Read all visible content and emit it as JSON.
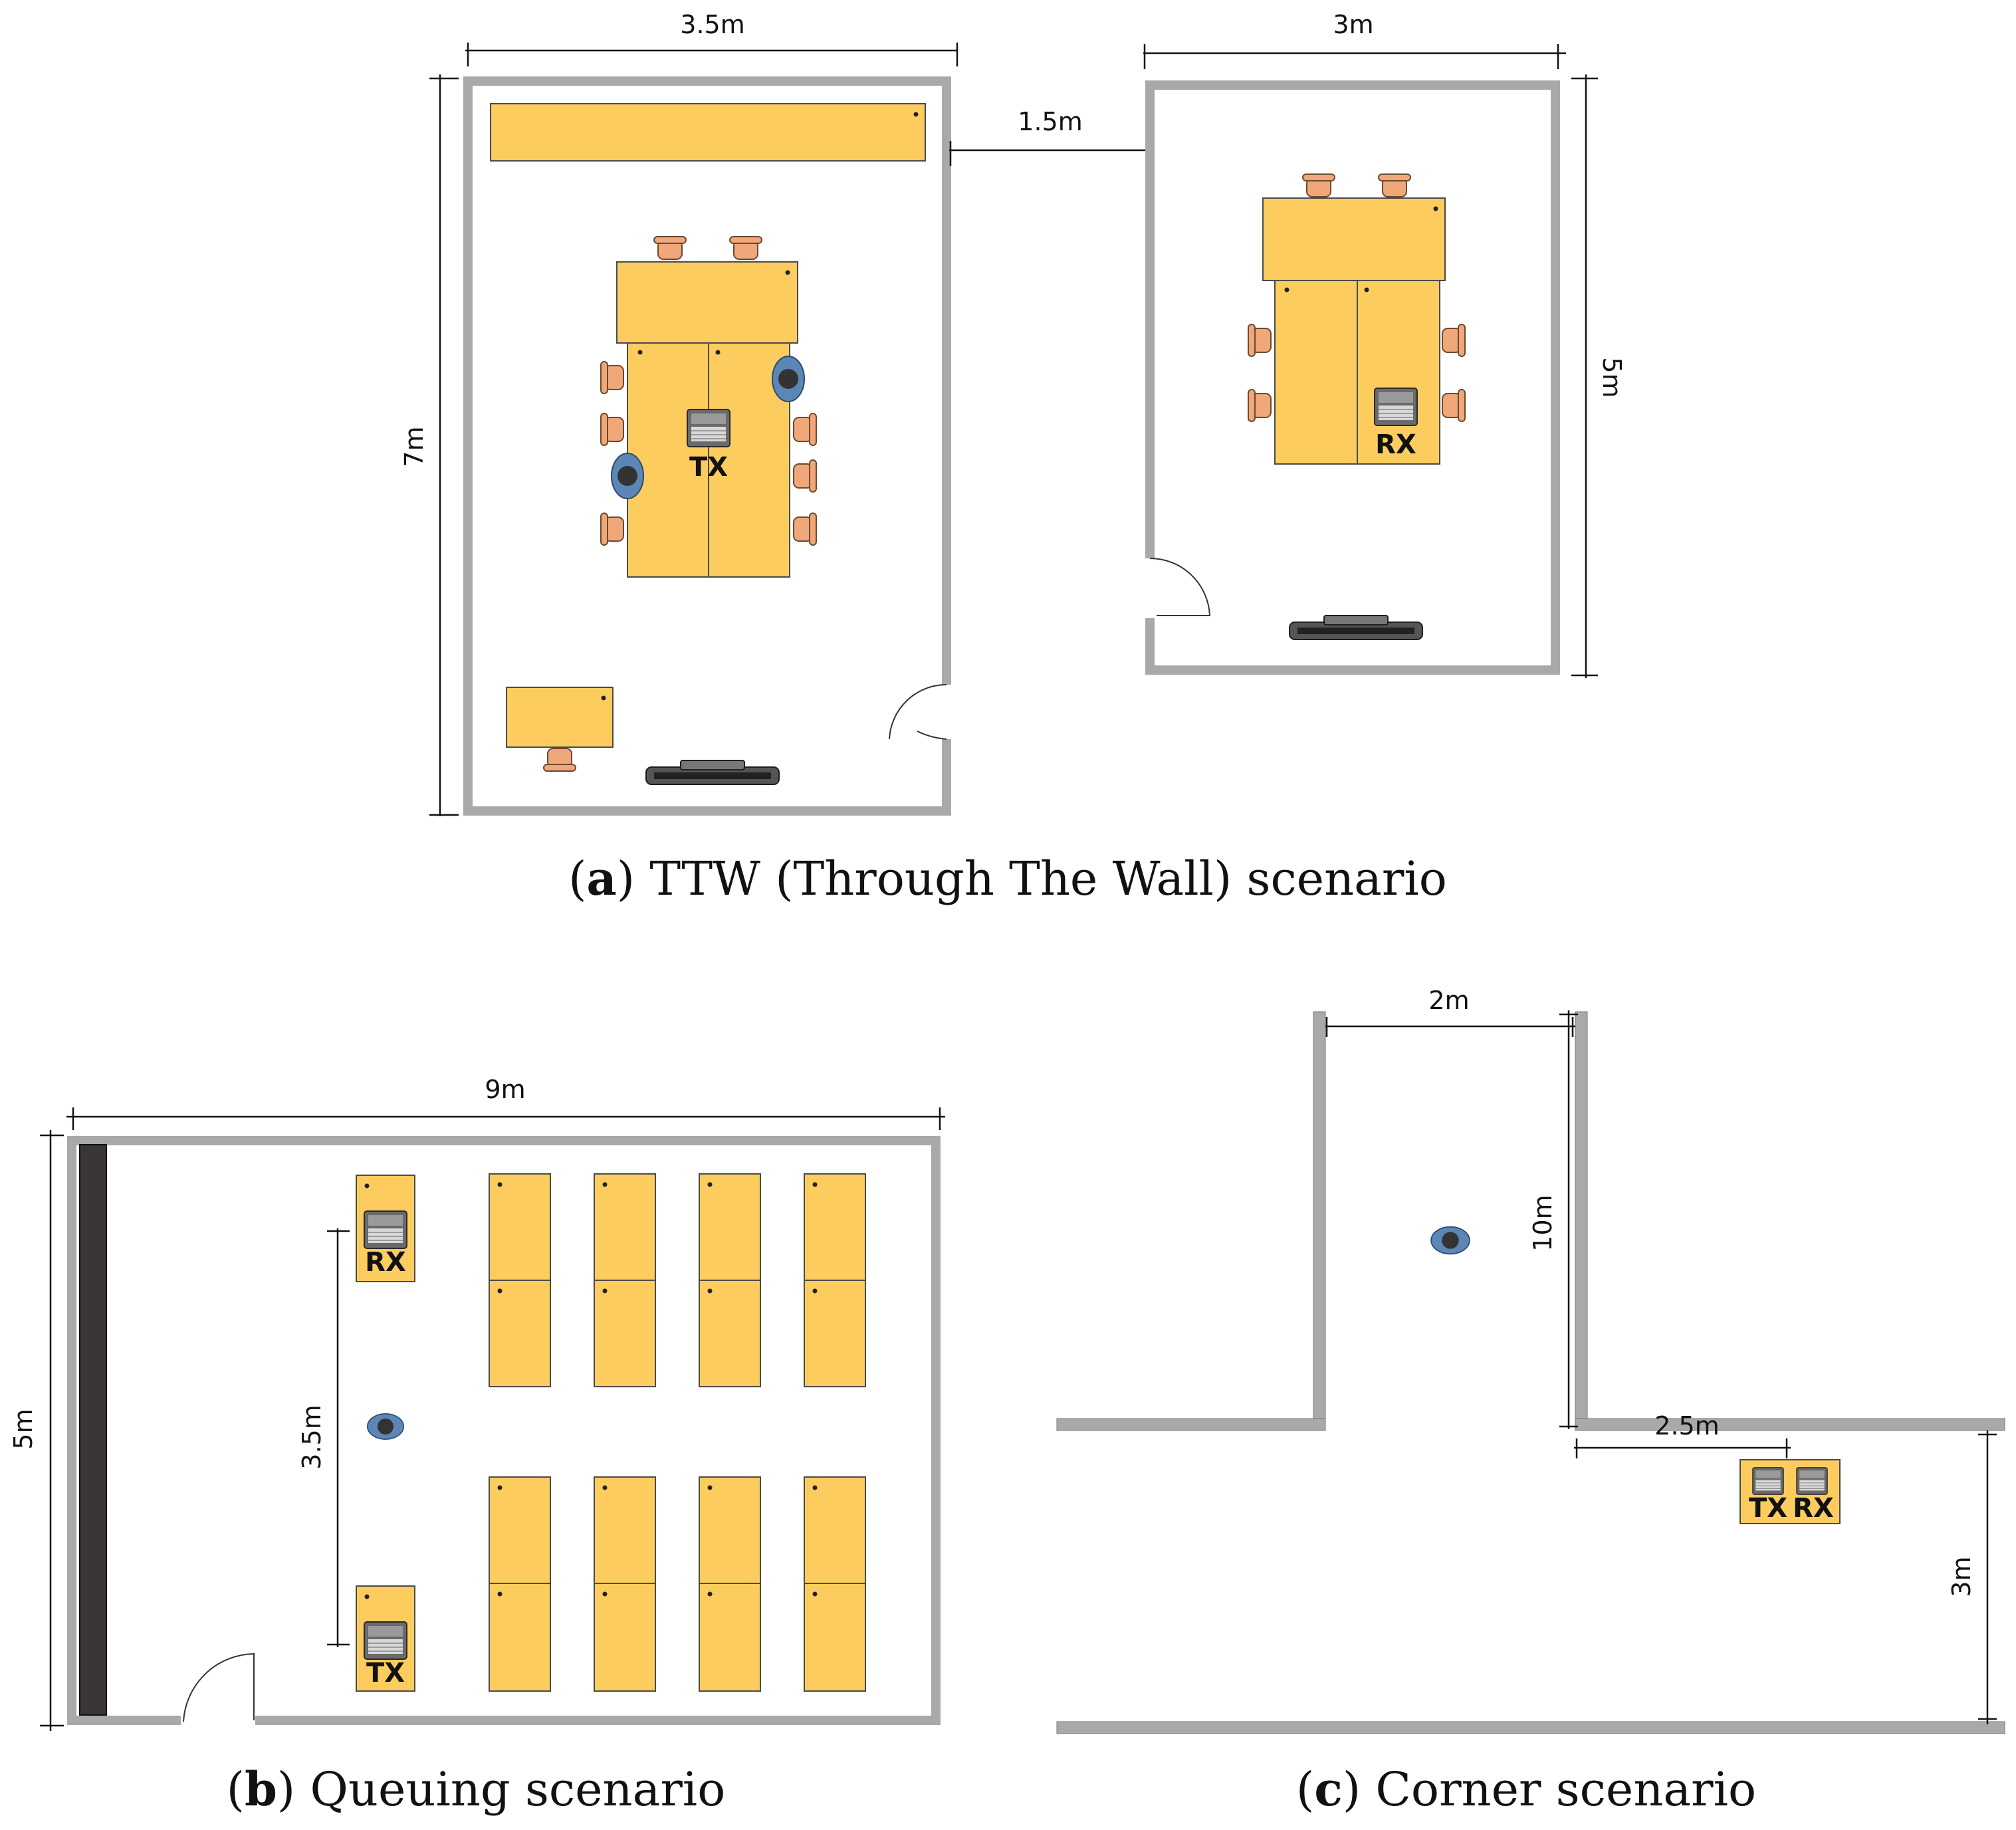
{
  "panels": {
    "a": {
      "caption_letter": "a",
      "caption_text": " TTW (Through The Wall) scenario",
      "room1_width": "3.5m",
      "room1_height": "7m",
      "gap": "1.5m",
      "room2_width": "3m",
      "room2_height": "5m",
      "tx_label": "TX",
      "rx_label": "RX"
    },
    "b": {
      "caption_letter": "b",
      "caption_text": " Queuing scenario",
      "room_width": "9m",
      "room_height": "5m",
      "txrx_distance": "3.5m",
      "tx_label": "TX",
      "rx_label": "RX"
    },
    "c": {
      "caption_letter": "c",
      "caption_text": " Corner scenario",
      "corridor_width": "2m",
      "corridor_length": "10m",
      "offset": "2.5m",
      "side_height": "3m",
      "tx_label": "TX",
      "rx_label": "RX"
    }
  },
  "colors": {
    "table": "#fccd5e",
    "wall": "#a9a9a9",
    "chair": "#f0a77a",
    "person_blue": "#5b86b5",
    "whiteboard": "#3b3636"
  },
  "icons": [
    "laptop-icon",
    "chair-icon",
    "person-icon",
    "tv-icon",
    "door-icon"
  ]
}
